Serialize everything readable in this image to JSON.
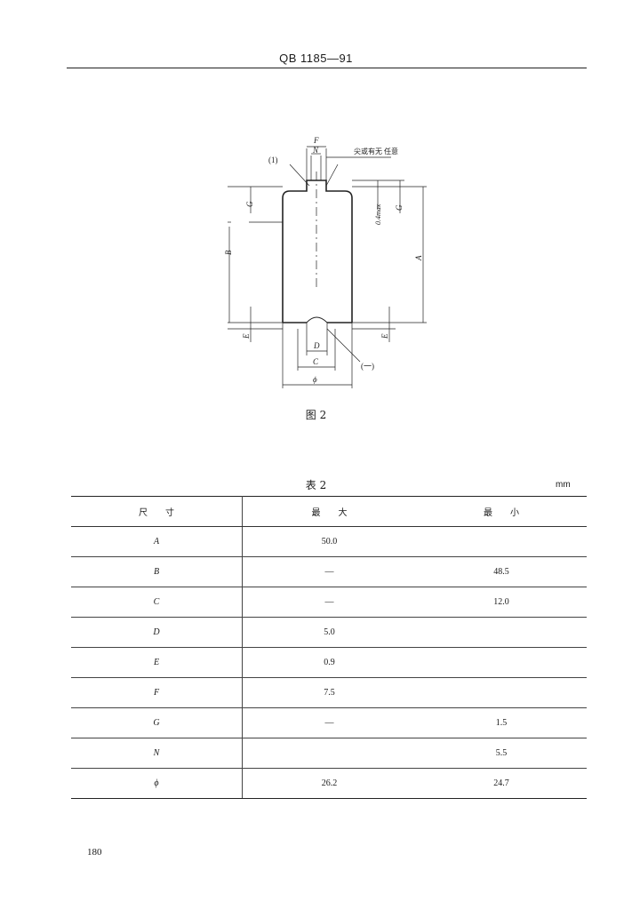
{
  "header": {
    "standard_code": "QB 1185—91"
  },
  "figure": {
    "caption": "图 2",
    "labels": {
      "F": "F",
      "N": "N",
      "note1": "(1)",
      "note_text": "尖或有无  任意",
      "G_left": "G",
      "G_right": "G",
      "max_dim": "0.4max",
      "B": "B",
      "A": "A",
      "E_left": "E",
      "E_right": "E",
      "D": "D",
      "C": "C",
      "phi": "ϕ",
      "note2": "(一)"
    }
  },
  "table": {
    "caption": "表 2",
    "unit": "mm",
    "headers": [
      "尺　　寸",
      "最　　大",
      "最　　小"
    ],
    "rows": [
      {
        "dim": "A",
        "max": "50.0",
        "min": ""
      },
      {
        "dim": "B",
        "max": "—",
        "min": "48.5"
      },
      {
        "dim": "C",
        "max": "—",
        "min": "12.0"
      },
      {
        "dim": "D",
        "max": "5.0",
        "min": ""
      },
      {
        "dim": "E",
        "max": "0.9",
        "min": ""
      },
      {
        "dim": "F",
        "max": "7.5",
        "min": ""
      },
      {
        "dim": "G",
        "max": "—",
        "min": "1.5"
      },
      {
        "dim": "N",
        "max": "",
        "min": "5.5"
      },
      {
        "dim": "ϕ",
        "max": "26.2",
        "min": "24.7"
      }
    ]
  },
  "footer": {
    "page_number": "180"
  }
}
